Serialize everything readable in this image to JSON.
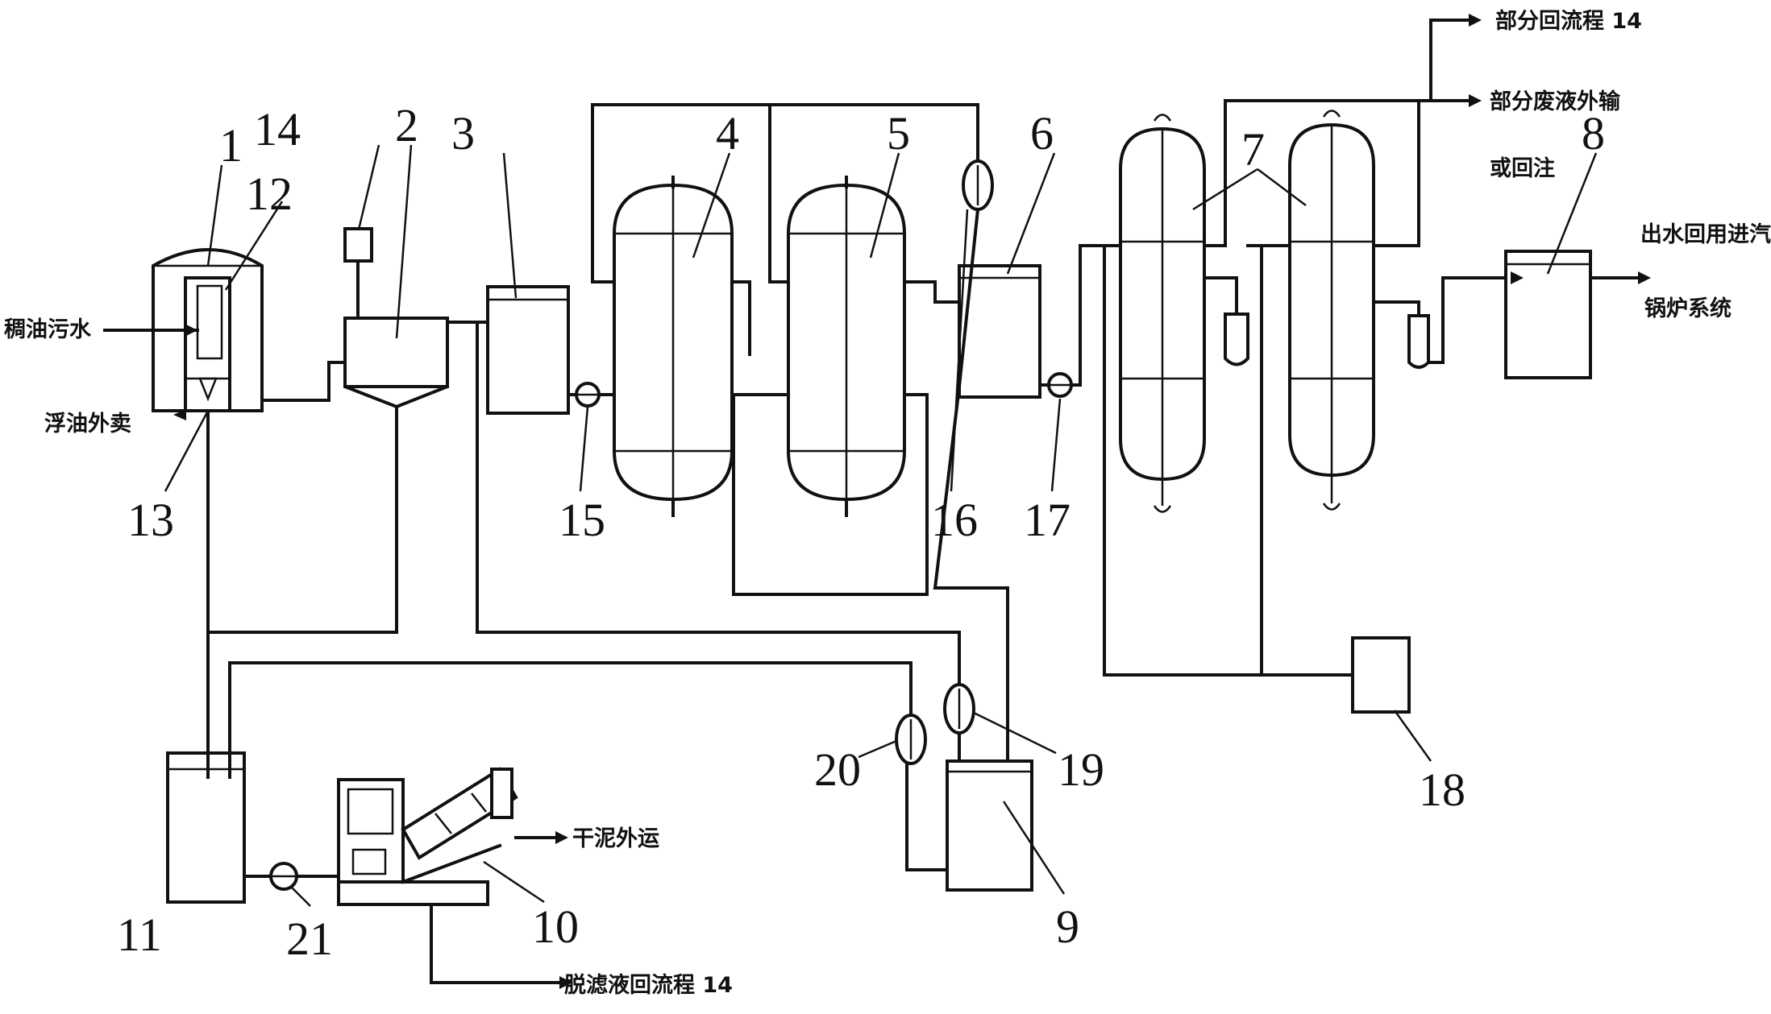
{
  "labels": {
    "inlet": "稠油污水",
    "oil_sale": "浮油外卖",
    "recycle_partial": "部分回流程 14",
    "waste_out_1": "部分废液外输",
    "waste_out_2": "或回注",
    "reuse_1": "出水回用进汽",
    "reuse_2": "锅炉系统",
    "dry_sludge": "干泥外运",
    "filtrate_return": "脱滤液回流程 14"
  },
  "equipment_numbers": [
    "1",
    "2",
    "3",
    "4",
    "5",
    "6",
    "7",
    "8",
    "9",
    "10",
    "11",
    "12",
    "13",
    "14",
    "15",
    "16",
    "17",
    "18",
    "19",
    "20",
    "21"
  ]
}
